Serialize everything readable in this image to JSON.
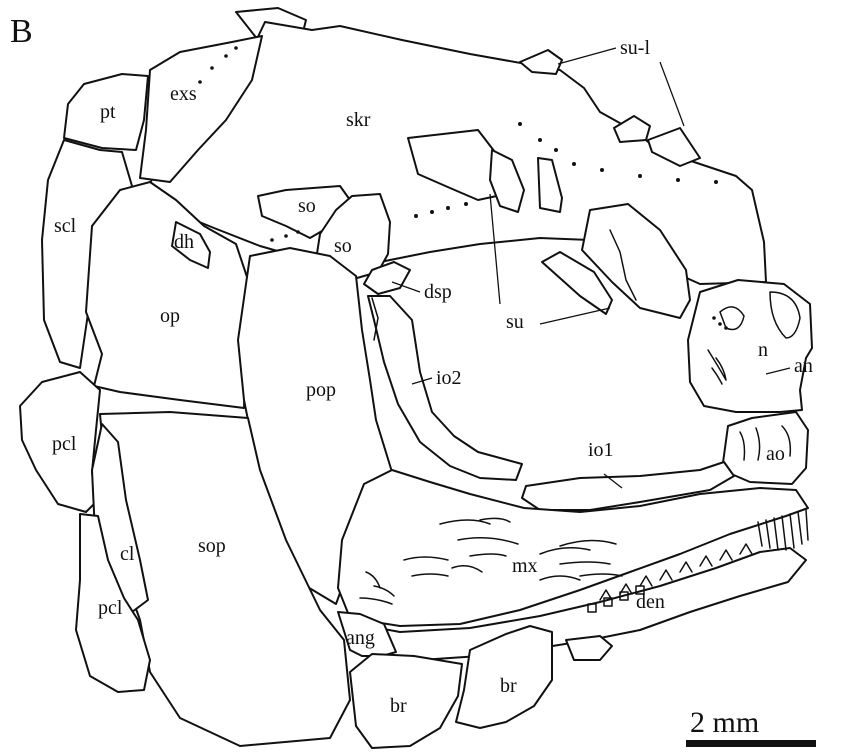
{
  "panel_letter": "B",
  "scale_bar": {
    "label": "2 mm"
  },
  "labels": {
    "pt": "pt",
    "exs": "exs",
    "skr": "skr",
    "su_l": "su-l",
    "scl": "scl",
    "so_1": "so",
    "so_2": "so",
    "dh": "dh",
    "dsp": "dsp",
    "op": "op",
    "su": "su",
    "n": "n",
    "an": "an",
    "pop": "pop",
    "io2": "io2",
    "pcl_1": "pcl",
    "io1": "io1",
    "ao": "ao",
    "sop": "sop",
    "cl": "cl",
    "mx": "mx",
    "pcl_2": "pcl",
    "den": "den",
    "ang": "ang",
    "br_1": "br",
    "br_2": "br"
  }
}
